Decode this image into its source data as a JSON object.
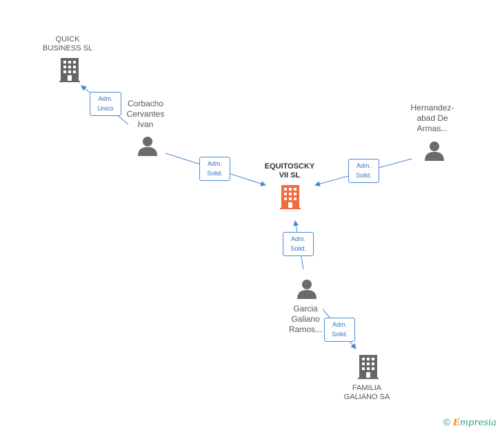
{
  "colors": {
    "edge": "#4a86d6",
    "building_main": "#f26a3d",
    "building": "#666666",
    "person": "#6b6b6b"
  },
  "nodes": {
    "equitoscky": {
      "line1": "EQUITOSCKY",
      "line2": "VII SL",
      "icon": "building-icon"
    },
    "quick": {
      "line1": "QUICK",
      "line2": "BUSINESS SL",
      "icon": "building-icon"
    },
    "corbacho": {
      "line1": "Corbacho",
      "line2": "Cervantes",
      "line3": "Ivan",
      "icon": "person-icon"
    },
    "hernandez": {
      "line1": "Hernandez-",
      "line2": "abad De",
      "line3": "Armas...",
      "icon": "person-icon"
    },
    "garcia": {
      "line1": "Garcia",
      "line2": "Galiano",
      "line3": "Ramos...",
      "icon": "person-icon"
    },
    "familia": {
      "line1": "FAMILIA",
      "line2": "GALIANO SA",
      "icon": "building-icon"
    }
  },
  "edges": {
    "corbacho_quick": {
      "line1": "Adm.",
      "line2": "Unico"
    },
    "corbacho_equitoscky": {
      "line1": "Adm.",
      "line2": "Solid."
    },
    "hernandez_equitoscky": {
      "line1": "Adm.",
      "line2": "Solid."
    },
    "garcia_equitoscky": {
      "line1": "Adm.",
      "line2": "Solid."
    },
    "garcia_familia": {
      "line1": "Adm.",
      "line2": "Solid."
    }
  },
  "footer": {
    "copyright": "©",
    "brand_first": "E",
    "brand_rest": "mpresia"
  }
}
